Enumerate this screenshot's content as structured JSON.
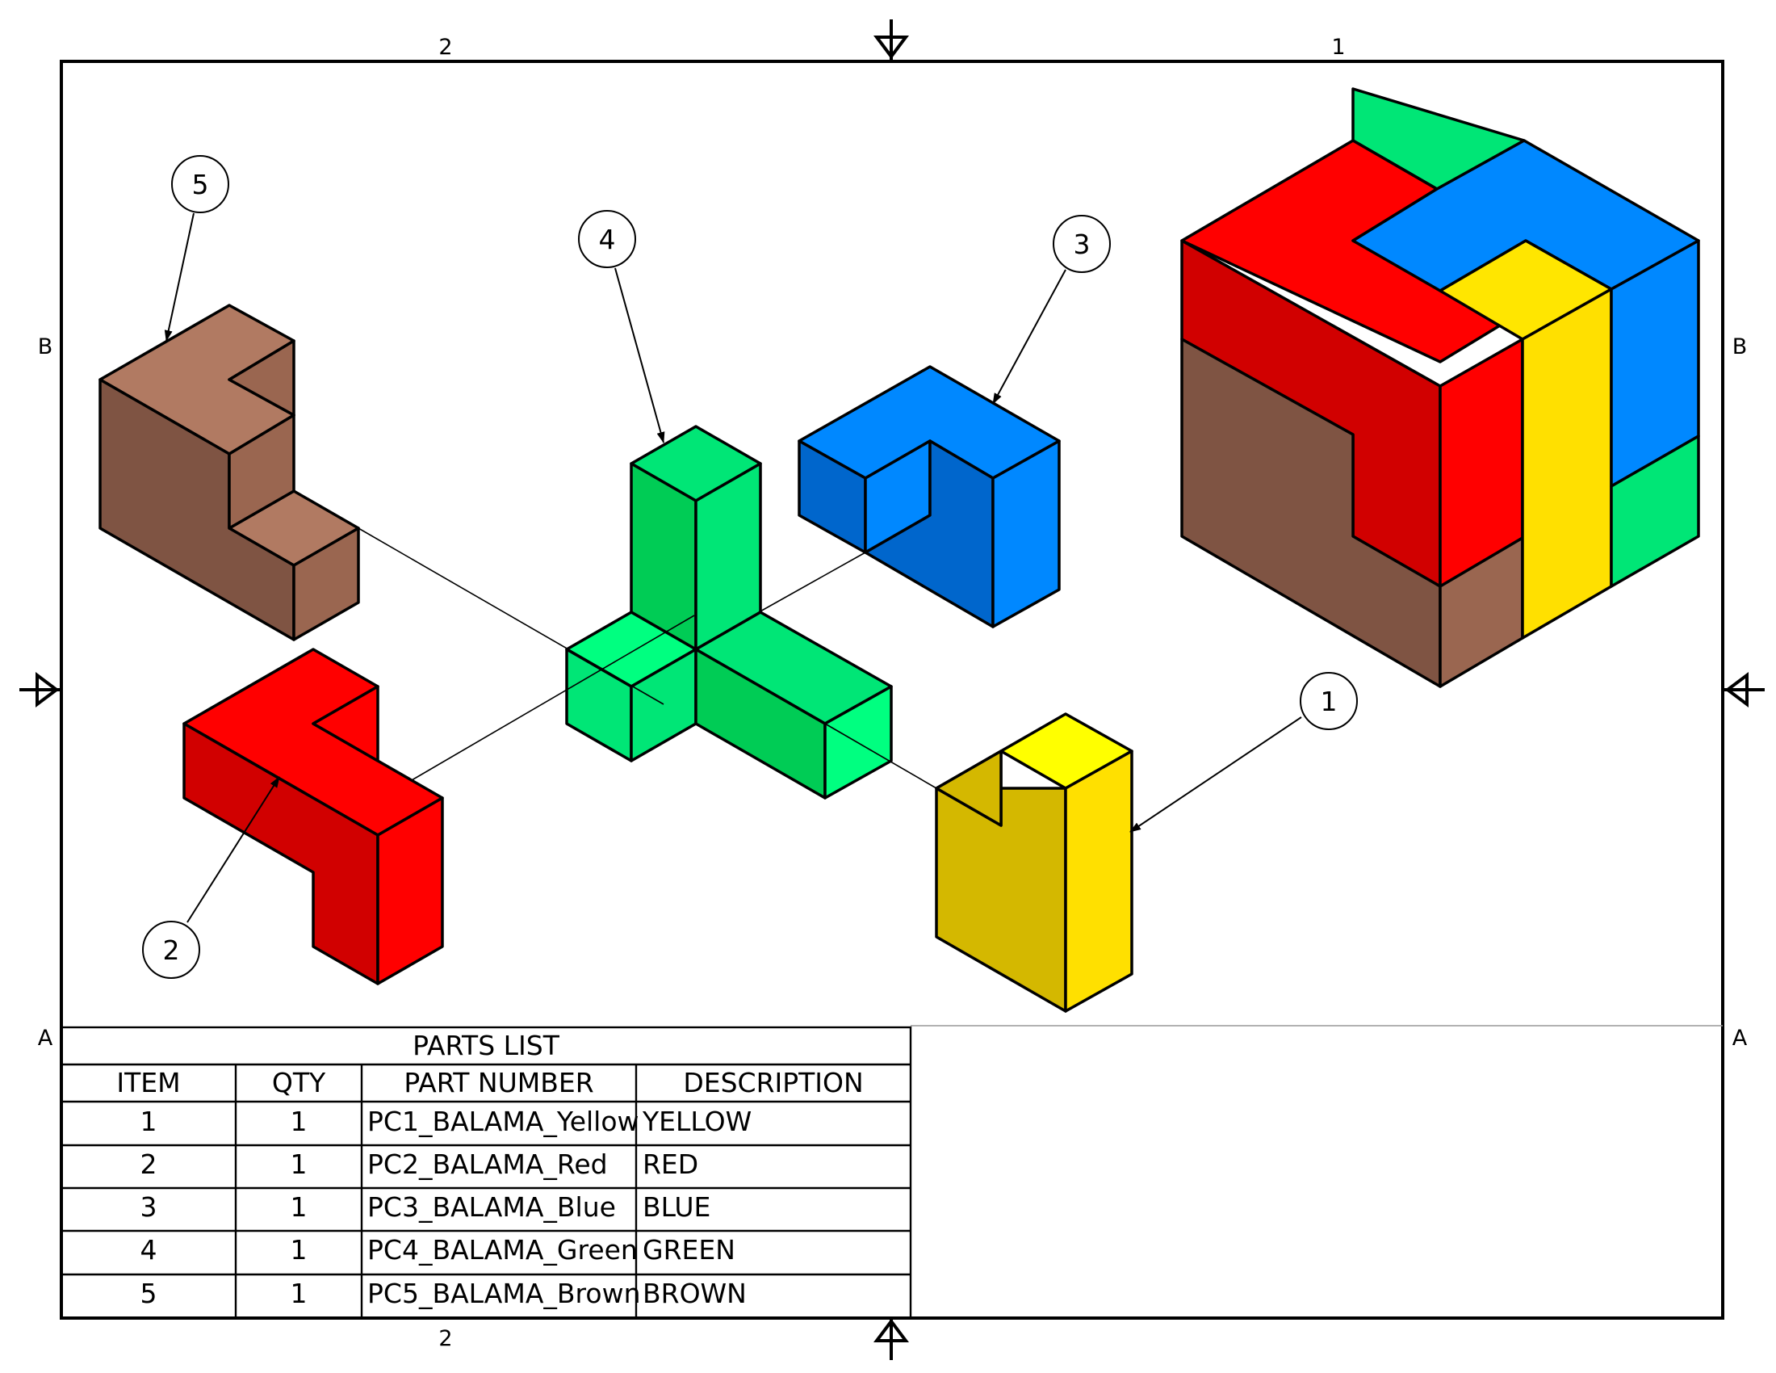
{
  "sheet": {
    "zones": {
      "top_left": "2",
      "top_right": "1",
      "bottom_left": "2",
      "left_upper": "B",
      "left_lower": "A",
      "right_upper": "B",
      "right_lower": "A"
    }
  },
  "balloons": [
    {
      "id": "b1",
      "label": "1"
    },
    {
      "id": "b2",
      "label": "2"
    },
    {
      "id": "b3",
      "label": "3"
    },
    {
      "id": "b4",
      "label": "4"
    },
    {
      "id": "b5",
      "label": "5"
    }
  ],
  "parts_list": {
    "title": "PARTS LIST",
    "columns": [
      "ITEM",
      "QTY",
      "PART NUMBER",
      "DESCRIPTION"
    ],
    "rows": [
      [
        "1",
        "1",
        "PC1_BALAMA_Yellow",
        "YELLOW"
      ],
      [
        "2",
        "1",
        "PC2_BALAMA_Red",
        "RED"
      ],
      [
        "3",
        "1",
        "PC3_BALAMA_Blue",
        "BLUE"
      ],
      [
        "4",
        "1",
        "PC4_BALAMA_Green",
        "GREEN"
      ],
      [
        "5",
        "1",
        "PC5_BALAMA_Brown",
        "BROWN"
      ]
    ]
  },
  "colors": {
    "yellow": "#FFE600",
    "red": "#FF0000",
    "blue": "#0080FF",
    "green": "#00E676",
    "brown": "#8B5A45"
  }
}
